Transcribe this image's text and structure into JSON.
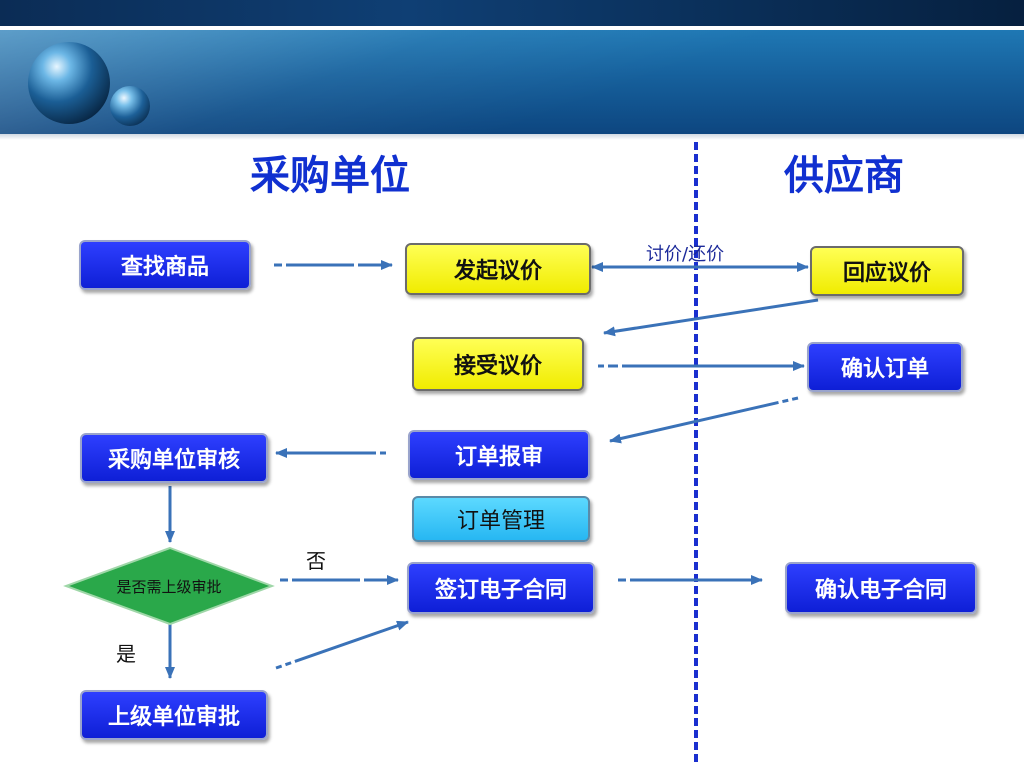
{
  "columns": {
    "buyer": "采购单位",
    "supplier": "供应商"
  },
  "nodes": {
    "find_goods": "查找商品",
    "start_negotiation": "发起议价",
    "respond_negotiation": "回应议价",
    "accept_negotiation": "接受议价",
    "confirm_order": "确认订单",
    "buyer_review": "采购单位审核",
    "order_report": "订单报审",
    "order_management": "订单管理",
    "need_superior_approval": "是否需上级审批",
    "sign_contract": "签订电子合同",
    "confirm_contract": "确认电子合同",
    "superior_approval": "上级单位审批"
  },
  "labels": {
    "bargain": "讨价/还价",
    "no": "否",
    "yes": "是"
  },
  "colors": {
    "title": "#1030d0",
    "box_blue": "#1a2bf0",
    "box_yellow": "#f5f200",
    "box_cyan": "#3ec8f8",
    "diamond": "#2aa84a",
    "arrow": "#3a72b8",
    "divider": "#1a2fcf"
  }
}
